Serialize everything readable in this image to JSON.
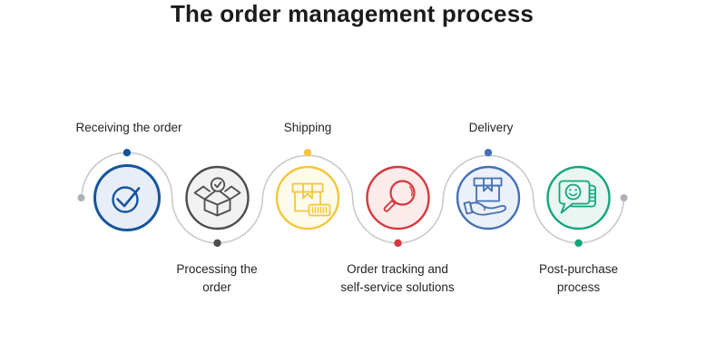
{
  "title": "The order management process",
  "diagram": {
    "connector": {
      "line_color": "#C6CBCE",
      "endpoint_dot_color": "#ABB1B6"
    },
    "steps": [
      {
        "lines": [
          "Receiving the order"
        ],
        "label_position": "top",
        "icon": "check-circle-icon",
        "color": "#15559E",
        "fill": "#E8EEF7"
      },
      {
        "lines": [
          "Processing the",
          "order"
        ],
        "label_position": "bottom",
        "icon": "open-box-check-icon",
        "color": "#4D4D4D",
        "fill": "#F1F1F1"
      },
      {
        "lines": [
          "Shipping"
        ],
        "label_position": "top",
        "icon": "package-barcode-icon",
        "color": "#F5C63B",
        "fill": "#FEFBEA"
      },
      {
        "lines": [
          "Order tracking and",
          "self-service solutions"
        ],
        "label_position": "bottom",
        "icon": "magnifier-icon",
        "color": "#D6383C",
        "fill": "#FBEBEB"
      },
      {
        "lines": [
          "Delivery"
        ],
        "label_position": "top",
        "icon": "hand-box-icon",
        "color": "#4470B4",
        "fill": "#ECF1F9"
      },
      {
        "lines": [
          "Post-purchase",
          "process"
        ],
        "label_position": "bottom",
        "icon": "chat-smiley-icon",
        "color": "#12A57C",
        "fill": "#E9F6F1"
      }
    ]
  }
}
